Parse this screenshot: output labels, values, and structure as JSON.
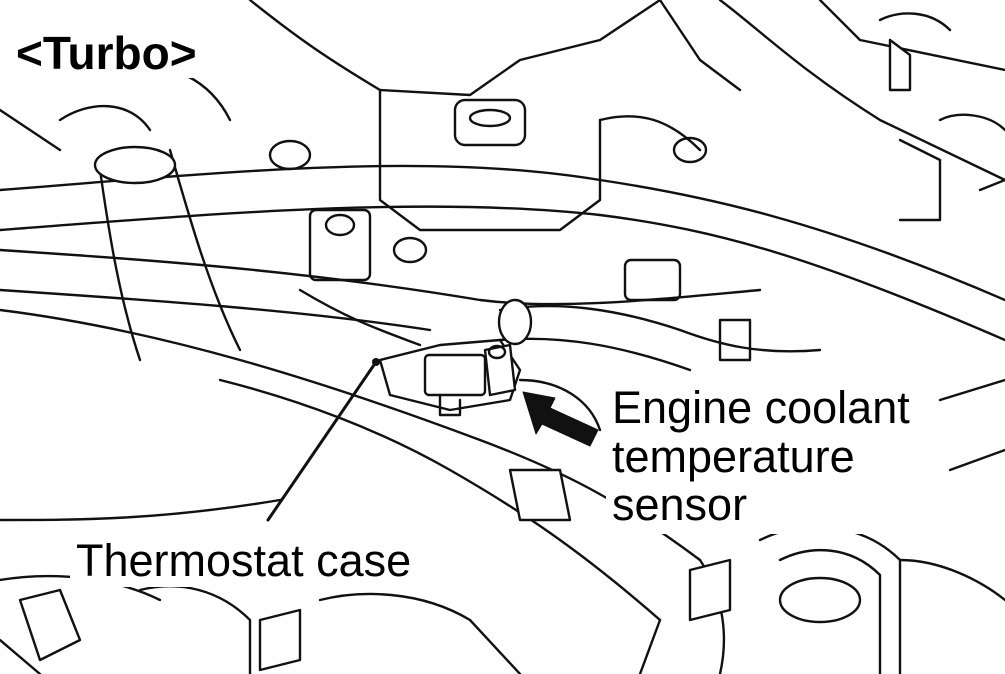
{
  "title": "<Turbo>",
  "callouts": {
    "thermostat_case": "Thermostat case",
    "sensor_line1": "Engine coolant",
    "sensor_line2": "temperature",
    "sensor_line3": "sensor"
  },
  "colors": {
    "ink": "#111111",
    "paper": "#ffffff"
  },
  "icons": [
    "leader-line",
    "callout-arrow"
  ]
}
